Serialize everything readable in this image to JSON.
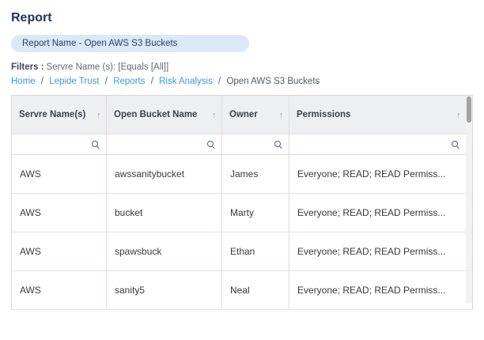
{
  "page": {
    "title": "Report",
    "report_badge": "Report Name - Open AWS S3 Buckets",
    "filters_label": "Filters :",
    "filters_value": "Servre Name (s): [Equals [All]]",
    "breadcrumb": {
      "separator": "/",
      "links": [
        "Home",
        "Lepide Trust",
        "Reports",
        "Risk Analysis"
      ],
      "current": "Open AWS S3 Buckets"
    }
  },
  "table": {
    "columns": [
      {
        "label": "Servre Name(s)",
        "sort_icon": "↑"
      },
      {
        "label": "Open Bucket Name",
        "sort_icon": "↑"
      },
      {
        "label": "Owner",
        "sort_icon": "↑"
      },
      {
        "label": "Permissions",
        "sort_icon": "↑"
      }
    ],
    "rows": [
      [
        "AWS",
        "awssanitybucket",
        "James",
        "Everyone; READ; READ Permiss..."
      ],
      [
        "AWS",
        "bucket",
        "Marty",
        "Everyone; READ; READ Permiss..."
      ],
      [
        "AWS",
        "spawsbuck",
        "Ethan",
        "Everyone; READ; READ Permiss..."
      ],
      [
        "AWS",
        "sanity5",
        "Neal",
        "Everyone; READ; READ Permiss..."
      ]
    ]
  },
  "icons": {
    "search": "magnifier-circle-with-handle",
    "sort": "up-arrow"
  },
  "colors": {
    "title_navy": "#21365e",
    "badge_bg": "#dbe8f8",
    "badge_text": "#2c4069",
    "link_blue": "#3a99d9",
    "header_bg": "#edeff1",
    "table_border": "#e6d9d9",
    "scroll_thumb": "#a2a2a2"
  }
}
